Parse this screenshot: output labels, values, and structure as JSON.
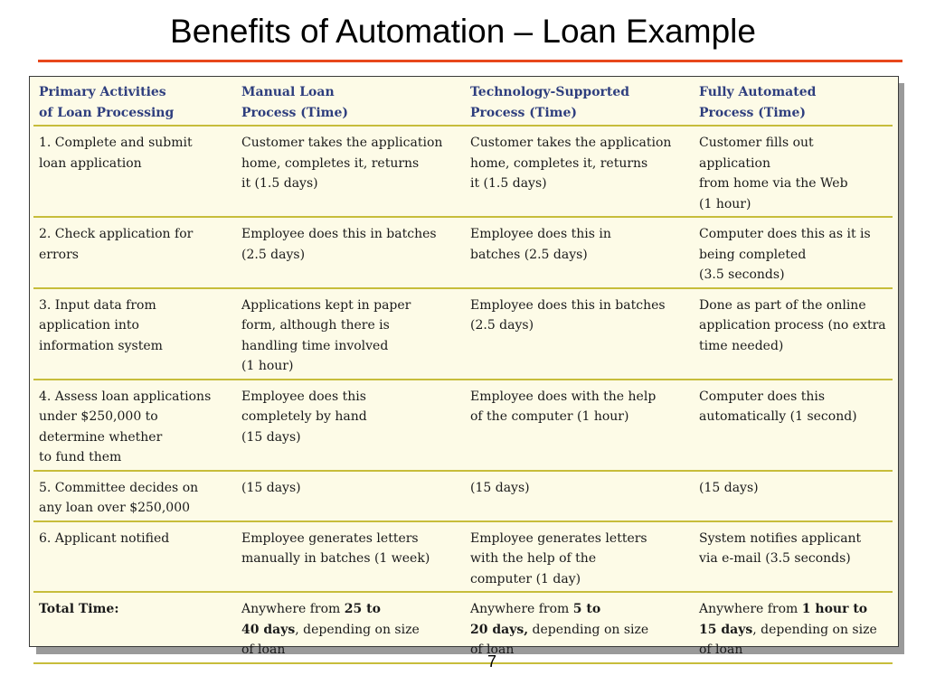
{
  "slide": {
    "title": "Benefits of Automation – Loan Example",
    "page_number": "7"
  },
  "table": {
    "headers": [
      [
        "Primary Activities",
        "of Loan Processing"
      ],
      [
        "Manual Loan",
        "Process (Time)"
      ],
      [
        "Technology-Supported",
        "Process (Time)"
      ],
      [
        "Fully Automated",
        "Process (Time)"
      ]
    ],
    "rows": [
      [
        [
          "1. Complete and submit",
          "loan application"
        ],
        [
          "Customer takes the application",
          "home, completes it, returns",
          "it (1.5 days)"
        ],
        [
          "Customer takes the application",
          "home, completes it, returns",
          "it (1.5 days)"
        ],
        [
          "Customer fills out application",
          "from home via the Web",
          "(1 hour)"
        ]
      ],
      [
        [
          "2. Check application for",
          "errors"
        ],
        [
          "Employee does this in batches",
          "(2.5 days)"
        ],
        [
          "Employee does this in",
          "batches (2.5 days)"
        ],
        [
          "Computer does this as it is",
          "being completed",
          "(3.5 seconds)"
        ]
      ],
      [
        [
          "3. Input data from",
          "application into",
          "information system"
        ],
        [
          "Applications kept in paper",
          "form, although there is",
          "handling time involved",
          "(1 hour)"
        ],
        [
          "Employee does this in batches",
          "(2.5 days)"
        ],
        [
          "Done as part of the online",
          "application process (no extra",
          "time needed)"
        ]
      ],
      [
        [
          "4. Assess loan applications",
          "under $250,000 to",
          "determine whether",
          "to fund them"
        ],
        [
          "Employee does this",
          "completely by hand",
          "(15 days)"
        ],
        [
          "Employee does with the help",
          "of the computer (1 hour)"
        ],
        [
          "Computer does this",
          "automatically (1 second)"
        ]
      ],
      [
        [
          "5. Committee decides on",
          "any loan over $250,000"
        ],
        [
          "(15 days)"
        ],
        [
          "(15 days)"
        ],
        [
          "(15 days)"
        ]
      ],
      [
        [
          "6. Applicant notified"
        ],
        [
          "Employee generates letters",
          "manually in batches (1 week)"
        ],
        [
          "Employee generates letters",
          "with the help of the",
          "computer (1 day)"
        ],
        [
          "System notifies applicant",
          "via e-mail (3.5 seconds)"
        ]
      ]
    ],
    "total": {
      "label": "Total Time:",
      "manual": {
        "prefix": "Anywhere from ",
        "bold1": "25 to",
        "bold2": "40 days",
        "suffix_line2": ", depending on size",
        "line3": "of loan"
      },
      "tech": {
        "prefix": "Anywhere from ",
        "bold1": "5 to",
        "bold2": "20 days,",
        "suffix_line2": " depending on size",
        "line3": "of loan"
      },
      "auto": {
        "prefix": "Anywhere from ",
        "bold1": "1 hour to",
        "bold2": "15 days",
        "suffix_line2": ", depending on size",
        "line3": "of loan"
      }
    }
  }
}
